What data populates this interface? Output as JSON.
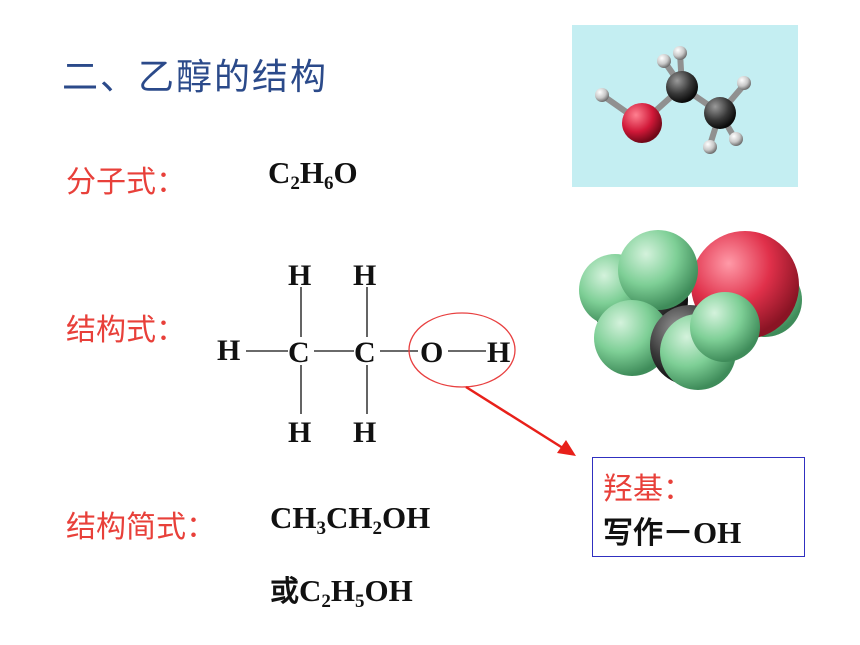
{
  "title": "二、乙醇的结构",
  "molecular": {
    "label": "分子式：",
    "formula": {
      "c": "C",
      "c_n": "2",
      "h": "H",
      "h_n": "6",
      "o": "O"
    }
  },
  "structural": {
    "label": "结构式："
  },
  "simplified": {
    "label": "结构简式：",
    "formula": {
      "a": "CH",
      "a_n": "3",
      "b": "CH",
      "b_n": "2",
      "c": "OH"
    },
    "alt": {
      "prefix": "或",
      "c": "C",
      "c_n": "2",
      "h": "H",
      "h_n": "5",
      "oh": "OH"
    }
  },
  "atoms": {
    "h": "H",
    "c": "C",
    "o": "O"
  },
  "hydroxyl": {
    "title": "羟基：",
    "desc_prefix": "写作－",
    "desc_group": "OH"
  },
  "colors": {
    "title": "#2b4a8a",
    "label_red": "#e8403a",
    "arrow": "#e8201a",
    "box_border": "#3030c0",
    "ballstick_bg": "#c4eef2"
  }
}
